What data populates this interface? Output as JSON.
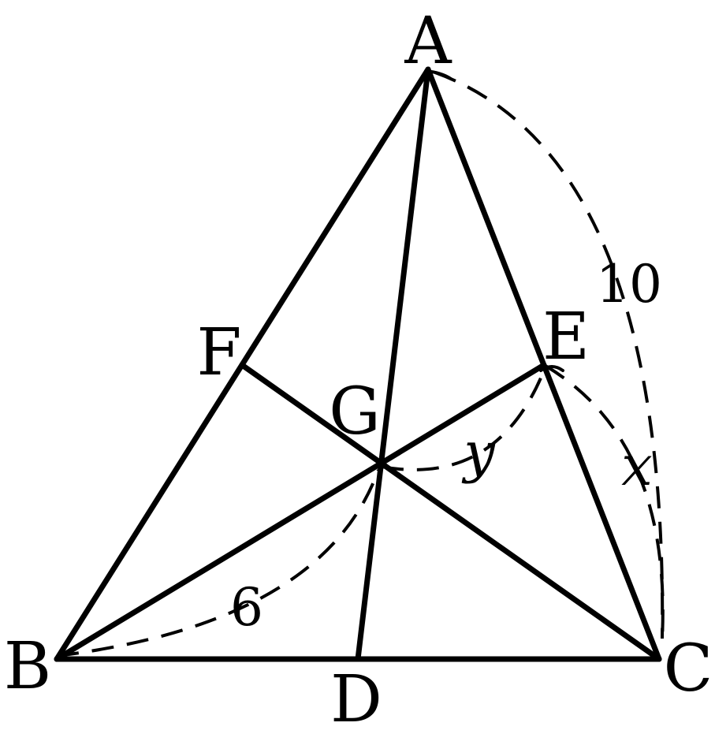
{
  "points": {
    "A": "A",
    "B": "B",
    "C": "C",
    "D": "D",
    "E": "E",
    "F": "F",
    "G": "G"
  },
  "measures": {
    "BG": "6",
    "AC": "10",
    "EC": "x",
    "GE": "y"
  },
  "colors": {
    "stroke": "#000000",
    "background": "#ffffff"
  }
}
